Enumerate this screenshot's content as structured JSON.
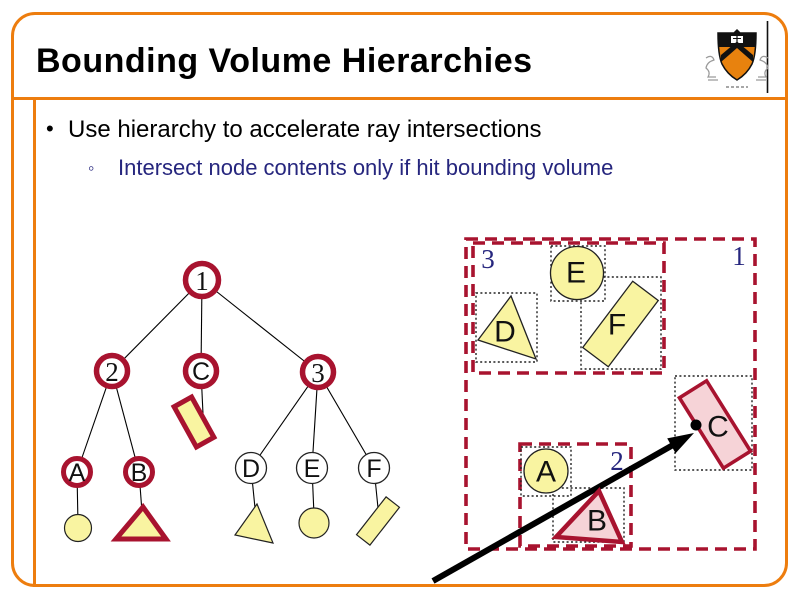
{
  "slide": {
    "title": "Bounding Volume Hierarchies",
    "bullets": [
      {
        "marker": "•",
        "text": "Use hierarchy to accelerate ray intersections",
        "level": 1
      },
      {
        "marker": "◦",
        "text": "Intersect node contents only if hit bounding volume",
        "level": 2
      }
    ]
  },
  "colors": {
    "frame_orange": "#ED7D0E",
    "crimson": "#A8132F",
    "fill_yellow": "#F9F4A1",
    "fill_pink": "#F6D3D7",
    "navy_text": "#26267E"
  },
  "tree": {
    "nodes": [
      {
        "label": "1",
        "highlighted": true
      },
      {
        "label": "2",
        "highlighted": true
      },
      {
        "label": "C",
        "highlighted": true
      },
      {
        "label": "3",
        "highlighted": true
      },
      {
        "label": "A",
        "highlighted": true
      },
      {
        "label": "B",
        "highlighted": true
      },
      {
        "label": "D",
        "highlighted": false
      },
      {
        "label": "E",
        "highlighted": false
      },
      {
        "label": "F",
        "highlighted": false
      }
    ]
  },
  "scene": {
    "bounding_box_labels": [
      {
        "label": "1"
      },
      {
        "label": "2"
      },
      {
        "label": "3"
      }
    ],
    "object_labels": [
      {
        "label": "A"
      },
      {
        "label": "B"
      },
      {
        "label": "C"
      },
      {
        "label": "D"
      },
      {
        "label": "E"
      },
      {
        "label": "F"
      }
    ]
  }
}
